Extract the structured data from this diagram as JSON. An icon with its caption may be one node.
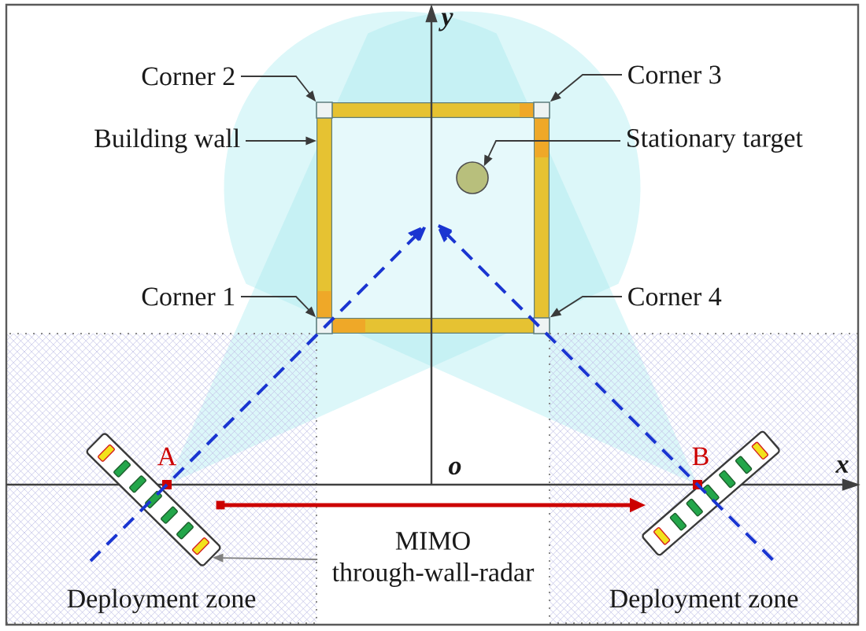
{
  "diagram": {
    "nodes": [
      {
        "text": [
          "Corner 2"
        ]
      },
      {
        "text": [
          "Building wall"
        ]
      },
      {
        "text": [
          "Corner 1"
        ]
      },
      {
        "text": [
          "Corner 3"
        ]
      },
      {
        "text": [
          "Stationary target"
        ]
      },
      {
        "text": [
          "Corner 4"
        ]
      },
      {
        "text": [],
        "shape": "box"
      },
      {
        "text": [],
        "shape": "box",
        "in": 6
      },
      {
        "text": [],
        "shape": "box",
        "in": 6
      },
      {
        "text": [],
        "shape": "box",
        "in": 6
      },
      {
        "text": [],
        "shape": "box",
        "in": 6
      },
      {
        "text": [],
        "shape": "circle",
        "in": 6
      },
      {
        "text": [
          "Deployment zone"
        ]
      },
      {
        "text": [],
        "shape": "picture",
        "in": 12
      },
      {
        "text": [
          "MIMO through-wall-radar"
        ]
      },
      {
        "text": [
          "Deployment zone"
        ]
      },
      {
        "text": [],
        "shape": "picture",
        "in": 15
      }
    ],
    "edges": [
      {
        "from": 0,
        "to": 7,
        "arrow": "to"
      },
      {
        "from": 1,
        "to": 6,
        "arrow": "to"
      },
      {
        "from": 2,
        "to": 9,
        "arrow": "to"
      },
      {
        "from": 3,
        "to": 8,
        "arrow": "to"
      },
      {
        "from": 4,
        "to": 11,
        "arrow": "to"
      },
      {
        "from": 5,
        "to": 10,
        "arrow": "to"
      },
      {
        "from": 14,
        "to": 13,
        "arrow": "to",
        "color": "#808080"
      },
      {
        "from": 13,
        "to": 16,
        "arrow": "to",
        "style": "thick",
        "color": "#cc0000"
      },
      {
        "from": 13,
        "to": null,
        "arrow": "to",
        "style": "dashed",
        "color": "#1a35d1"
      },
      {
        "from": 16,
        "to": null,
        "arrow": "to",
        "style": "dashed",
        "color": "#1a35d1"
      }
    ],
    "labels": [
      "y",
      "A",
      "o",
      "B",
      "x"
    ]
  }
}
